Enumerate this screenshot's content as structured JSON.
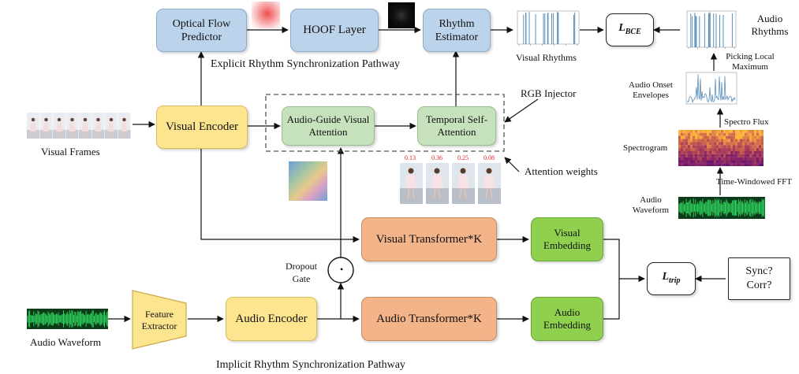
{
  "blocks": {
    "optical_flow": "Optical Flow Predictor",
    "hoof": "HOOF Layer",
    "rhythm_estimator": "Rhythm Estimator",
    "visual_encoder": "Visual Encoder",
    "audio_guide": "Audio-Guide Visual Attention",
    "temporal": "Temporal Self-Attention",
    "visual_transformer": "Visual Transformer*K",
    "audio_transformer": "Audio Transformer*K",
    "visual_embedding": "Visual Embedding",
    "audio_embedding": "Audio Embedding",
    "feature_extractor": "Feature Extractor",
    "audio_encoder": "Audio Encoder",
    "sync_corr_line1": "Sync?",
    "sync_corr_line2": "Corr?"
  },
  "losses": {
    "bce_main": "L",
    "bce_sub": "BCE",
    "trip_main": "L",
    "trip_sub": "trip"
  },
  "labels": {
    "explicit_pathway": "Explicit Rhythm Synchronization Pathway",
    "implicit_pathway": "Implicit Rhythm Synchronization Pathway",
    "visual_frames": "Visual Frames",
    "audio_waveform_left": "Audio Waveform",
    "rgb_injector": "RGB Injector",
    "attention_weights": "Attention weights",
    "dropout_gate": "Dropout Gate",
    "visual_rhythms": "Visual Rhythms",
    "audio_rhythms": "Audio Rhythms",
    "picking_local_maximum": "Picking Local Maximum",
    "audio_onset_envelopes": "Audio Onset Envelopes",
    "spectro_flux": "Spectro Flux",
    "spectrogram": "Spectrogram",
    "time_windowed_fft": "Time-Windowed FFT",
    "audio_waveform_right": "Audio Waveform",
    "gate_symbol": "•"
  },
  "attention_weights": [
    "0.13",
    "0.36",
    "0.25",
    "0.08"
  ],
  "colors": {
    "blue": "#bcd3ec",
    "yellow": "#fde58f",
    "light_green": "#c6e2bd",
    "orange": "#f3b48a",
    "bright_green": "#8fd14f",
    "waveform": "#1ea64a",
    "rhythm_plot": "#5b8fb9",
    "attention_weight_text": "#e02020"
  }
}
